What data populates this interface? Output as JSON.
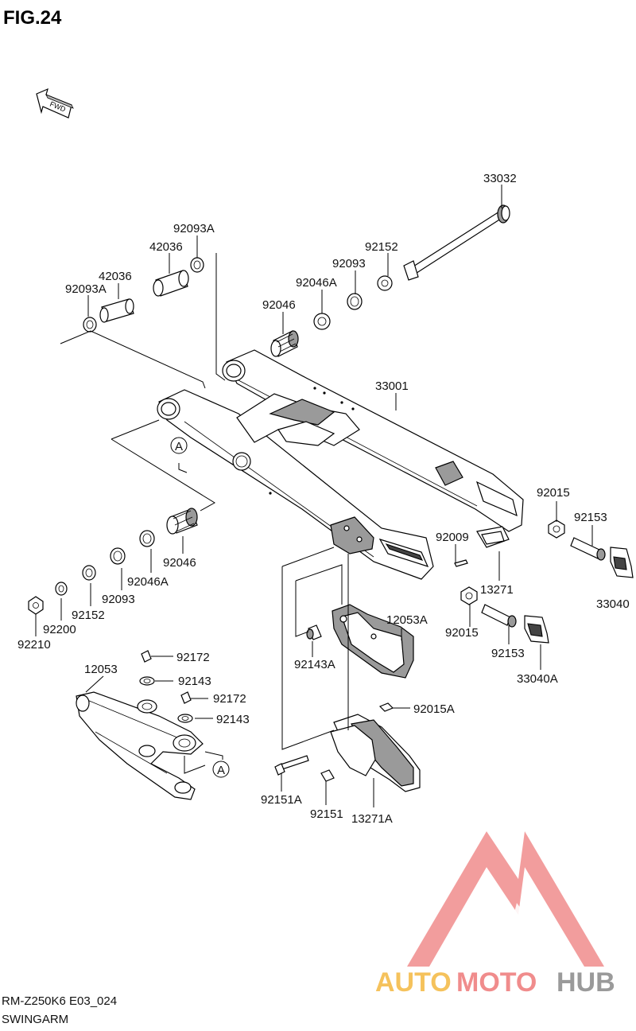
{
  "figure": {
    "title": "FIG.24",
    "fwd": "FWD",
    "code": "RM-Z250K6 E03_024",
    "name": "SWINGARM"
  },
  "watermark": {
    "auto": "AUTO",
    "moto": "MOTO",
    "hub": "HUB",
    "color_main": "#f08c8c",
    "color_accent": "#f5c25c",
    "color_hub": "#9a9a9a"
  },
  "labels": {
    "p33032": "33032",
    "p92093A_top": "92093A",
    "p42036_top": "42036",
    "p92152_top": "92152",
    "p42036_mid": "42036",
    "p92093_top": "92093",
    "p92093A_left": "92093A",
    "p92046A_top": "92046A",
    "p92046_top": "92046",
    "p33001": "33001",
    "p92015_right": "92015",
    "p92153_right": "92153",
    "p92009": "92009",
    "p33040": "33040",
    "p13271": "13271",
    "p92046_low": "92046",
    "p92046A_low": "92046A",
    "p92093_low": "92093",
    "p92152_low": "92152",
    "p92200": "92200",
    "p92210": "92210",
    "p12053A": "12053A",
    "p92015_mid": "92015",
    "p92153_mid": "92153",
    "p92143A": "92143A",
    "p33040A": "33040A",
    "p12053": "12053",
    "p92172_a": "92172",
    "p92143_a": "92143",
    "p92172_b": "92172",
    "p92143_b": "92143",
    "p92015A": "92015A",
    "p92151A": "92151A",
    "p92151": "92151",
    "p13271A": "13271A",
    "ref_A_upper": "A",
    "ref_A_lower": "A"
  }
}
